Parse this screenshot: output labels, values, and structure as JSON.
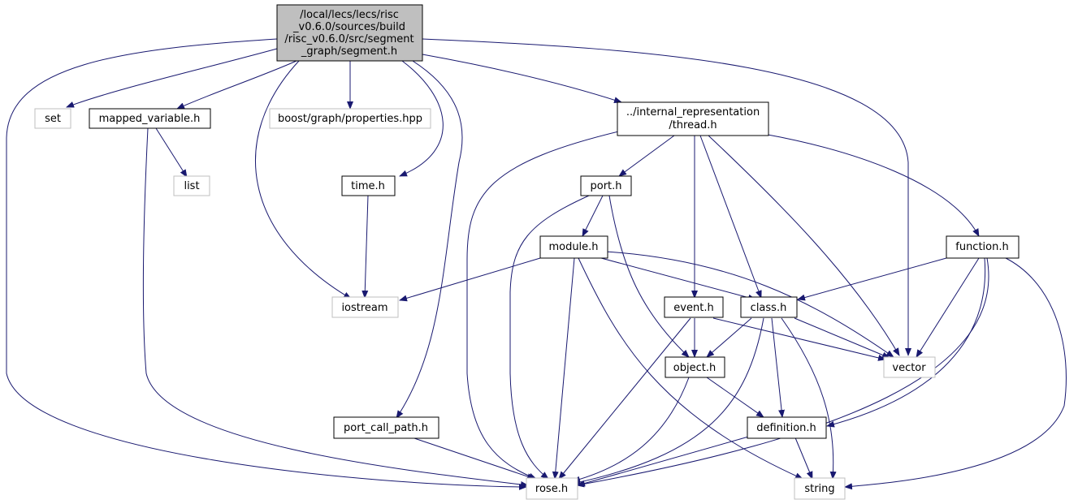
{
  "colors": {
    "edge": "#191970",
    "focus_fill": "#bfbfbf",
    "node_border": "#000000",
    "external_border": "#bfbfbf",
    "text": "#000000",
    "background": "#ffffff"
  },
  "nodes": {
    "segment": {
      "lines": [
        "/local/lecs/lecs/risc",
        "_v0.6.0/sources/build",
        "/risc_v0.6.0/src/segment",
        "_graph/segment.h"
      ]
    },
    "set": {
      "lines": [
        "set"
      ]
    },
    "mapped_variable": {
      "lines": [
        "mapped_variable.h"
      ]
    },
    "boost_properties": {
      "lines": [
        "boost/graph/properties.hpp"
      ]
    },
    "thread": {
      "lines": [
        "../internal_representation",
        "/thread.h"
      ]
    },
    "list": {
      "lines": [
        "list"
      ]
    },
    "time": {
      "lines": [
        "time.h"
      ]
    },
    "port": {
      "lines": [
        "port.h"
      ]
    },
    "function": {
      "lines": [
        "function.h"
      ]
    },
    "module": {
      "lines": [
        "module.h"
      ]
    },
    "iostream": {
      "lines": [
        "iostream"
      ]
    },
    "event": {
      "lines": [
        "event.h"
      ]
    },
    "class": {
      "lines": [
        "class.h"
      ]
    },
    "object": {
      "lines": [
        "object.h"
      ]
    },
    "vector": {
      "lines": [
        "vector"
      ]
    },
    "port_call_path": {
      "lines": [
        "port_call_path.h"
      ]
    },
    "definition": {
      "lines": [
        "definition.h"
      ]
    },
    "rose": {
      "lines": [
        "rose.h"
      ]
    },
    "string": {
      "lines": [
        "string"
      ]
    }
  }
}
